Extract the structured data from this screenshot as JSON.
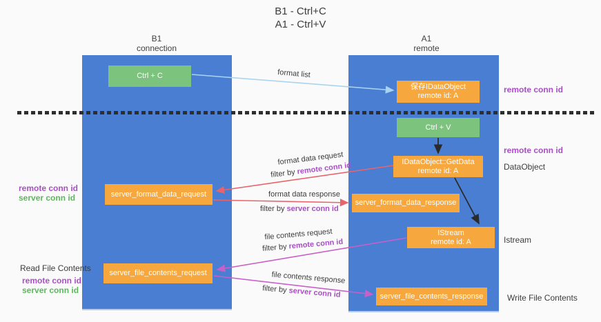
{
  "colors": {
    "column_blue": "#4A7ED2",
    "box_orange": "#F6A73D",
    "box_green": "#7CC47E",
    "arrow_red": "#E8646C",
    "arrow_magenta": "#C760C7",
    "arrow_light_blue": "#A9D3F0",
    "arrow_black": "#2B2B2B",
    "text_purple": "#A84FC4",
    "text_green": "#5CB85C",
    "text_dark": "#3C3C3C"
  },
  "title": {
    "line1": "B1 - Ctrl+C",
    "line2": "A1 - Ctrl+V"
  },
  "lanes": {
    "left": {
      "name": "B1",
      "role": "connection"
    },
    "right": {
      "name": "A1",
      "role": "remote"
    }
  },
  "boxes": {
    "ctrl_c": {
      "label": "Ctrl + C"
    },
    "ctrl_v": {
      "label": "Ctrl + V"
    },
    "save_idataobject": {
      "line1": "保存IDataObject",
      "line2": "remote id: A"
    },
    "getdata": {
      "line1": "IDataObject::GetData",
      "line2": "remote id: A"
    },
    "istream": {
      "line1": "IStream",
      "line2": "remote id: A"
    },
    "format_request": {
      "label": "server_format_data_request"
    },
    "format_response": {
      "label": "server_format_data_response"
    },
    "file_request": {
      "label": "server_file_contents_request"
    },
    "file_response": {
      "label": "server_file_contents_response"
    }
  },
  "side_labels": {
    "right_remote_conn_top": "remote conn id",
    "right_remote_conn_mid": "remote conn id",
    "right_dataobject": "DataObject",
    "right_istream": "Istream",
    "right_write_file": "Write File Contents",
    "left_remote_conn_1": "remote conn id",
    "left_server_conn_1": "server conn id",
    "left_read_file": "Read File Contents",
    "left_remote_conn_2": "remote conn id",
    "left_server_conn_2": "server conn id"
  },
  "arrows": {
    "format_list": {
      "label": "format list"
    },
    "format_request": {
      "label": "format data request",
      "filter_prefix": "filter by ",
      "filter_id": "remote conn id"
    },
    "format_response": {
      "label": "format data response",
      "filter_prefix": "filter by ",
      "filter_id": "server conn id"
    },
    "file_request": {
      "label": "file contents request",
      "filter_prefix": "filter by ",
      "filter_id": "remote conn id"
    },
    "file_response": {
      "label": "file contents response",
      "filter_prefix": "filter by ",
      "filter_id": "server conn id"
    }
  }
}
